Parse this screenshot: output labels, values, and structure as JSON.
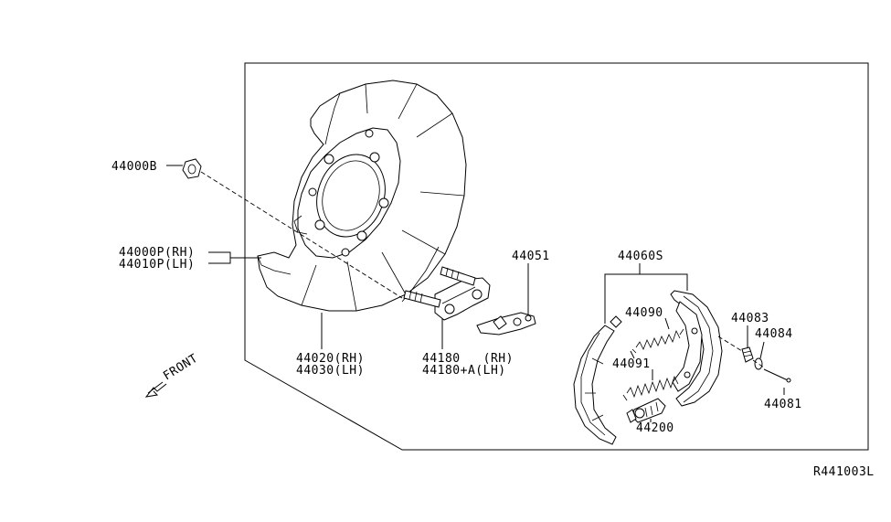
{
  "diagram": {
    "labels": {
      "p44000B": "44000B",
      "p44000P": "44000P(RH)",
      "p44010P": "44010P(LH)",
      "p44020": "44020(RH)",
      "p44030": "44030(LH)",
      "p44180": "44180   (RH)",
      "p44180A": "44180+A(LH)",
      "p44051": "44051",
      "p44060S": "44060S",
      "p44090": "44090",
      "p44091": "44091",
      "p44200": "44200",
      "p44083": "44083",
      "p44084": "44084",
      "p44081": "44081",
      "front": "FRONT"
    },
    "reference_code": "R441003L"
  }
}
